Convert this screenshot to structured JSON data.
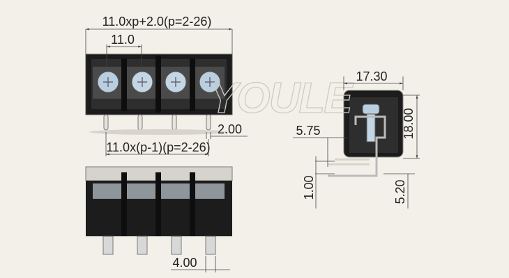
{
  "watermark": "YOULE",
  "dimensions": {
    "overall_width": "11.0xp+2.0(p=2-26)",
    "pitch": "11.0",
    "pin_width": "2.00",
    "pin_span": "11.0x(p-1)(p=2-26)",
    "pin_spacing_bottom": "4.00",
    "side_width": "17.30",
    "side_height": "18.00",
    "pin_offset": "5.75",
    "pin_thickness": "1.00",
    "pin_length": "5.20"
  },
  "colors": {
    "background": "#f3f0e9",
    "body": "#1e1e1e",
    "screw": "#b9cfe0"
  }
}
